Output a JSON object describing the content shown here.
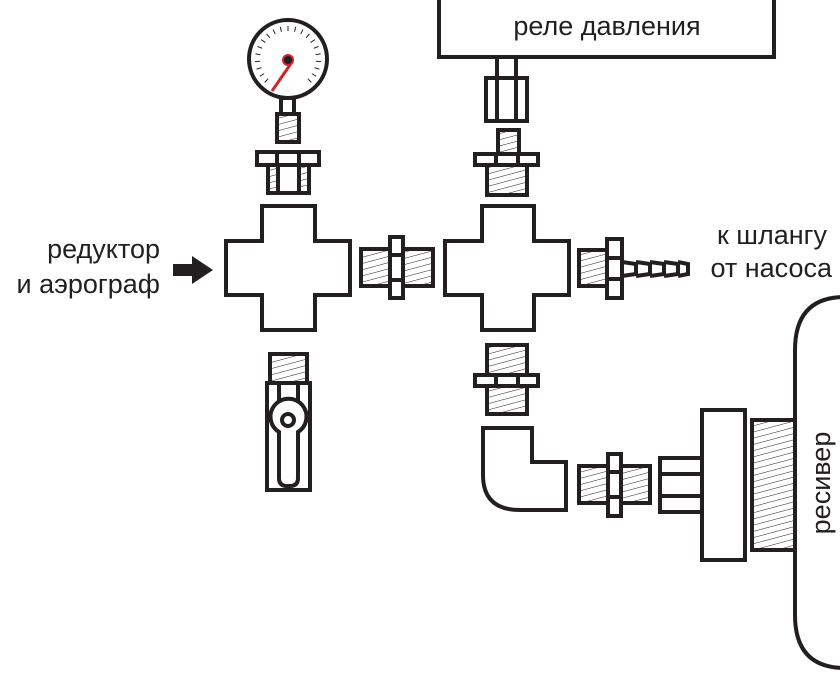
{
  "diagram": {
    "title": "Схема подключения ресивера",
    "labels": {
      "pressure_switch": "реле давления",
      "reducer_line1": "редуктор",
      "reducer_line2": "и аэрограф",
      "hose_line1": "к шлангу",
      "hose_line2": "от насоса",
      "receiver": "ресивер"
    },
    "components": [
      {
        "id": "pressure-gauge",
        "name": "манометр"
      },
      {
        "id": "cross-left",
        "name": "крестовина"
      },
      {
        "id": "cross-right",
        "name": "крестовина"
      },
      {
        "id": "ball-valve",
        "name": "шаровой кран"
      },
      {
        "id": "elbow",
        "name": "уголок"
      },
      {
        "id": "hose-barb",
        "name": "штуцер для шланга"
      },
      {
        "id": "nipple",
        "name": "ниппель"
      }
    ],
    "colors": {
      "line": "#231f20",
      "gauge_needle": "#d2232a",
      "background": "#ffffff"
    }
  }
}
